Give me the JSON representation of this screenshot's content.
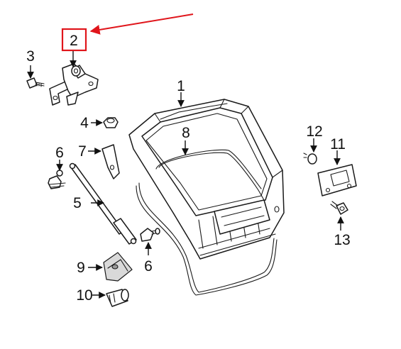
{
  "diagram": {
    "callouts": [
      {
        "id": "c1",
        "label": "1"
      },
      {
        "id": "c2",
        "label": "2"
      },
      {
        "id": "c3",
        "label": "3"
      },
      {
        "id": "c4",
        "label": "4"
      },
      {
        "id": "c5",
        "label": "5"
      },
      {
        "id": "c6a",
        "label": "6"
      },
      {
        "id": "c6b",
        "label": "6"
      },
      {
        "id": "c7",
        "label": "7"
      },
      {
        "id": "c8",
        "label": "8"
      },
      {
        "id": "c9",
        "label": "9"
      },
      {
        "id": "c10",
        "label": "10"
      },
      {
        "id": "c11",
        "label": "11"
      },
      {
        "id": "c12",
        "label": "12"
      },
      {
        "id": "c13",
        "label": "13"
      }
    ],
    "highlight": {
      "callout": "2",
      "color": "#e0151b"
    },
    "line_color": "#1a1a1a"
  }
}
